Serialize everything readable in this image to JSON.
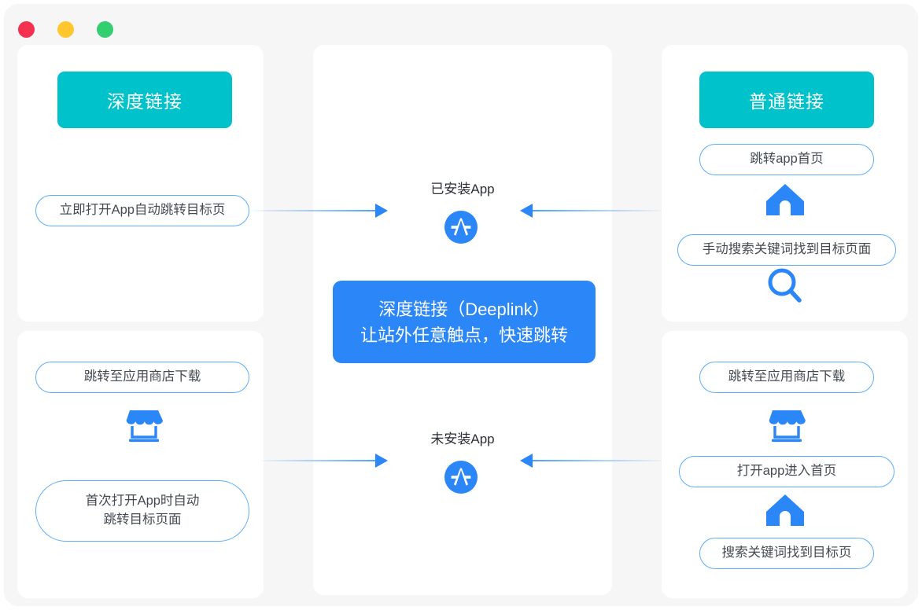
{
  "window": {
    "controls": [
      {
        "name": "close",
        "color": "#f4314f"
      },
      {
        "name": "minimize",
        "color": "#ffc62e"
      },
      {
        "name": "maximize",
        "color": "#33ce70"
      }
    ]
  },
  "colors": {
    "teal": "#00c2cb",
    "blue": "#2b86f8",
    "outline_blue": "#5cacfb",
    "card_bg": "#ffffff",
    "window_bg": "#f6f6f7",
    "text_dark": "#2b2f36"
  },
  "left_column": {
    "header": {
      "label": "深度链接"
    },
    "top_steps": [
      {
        "label": "立即打开App自动跳转目标页"
      }
    ],
    "bottom_steps": [
      {
        "label": "跳转至应用商店下载"
      },
      {
        "label": "首次打开App时自动\n跳转目标页面"
      }
    ],
    "bottom_icons": [
      {
        "icon": "store-icon"
      }
    ]
  },
  "middle_column": {
    "installed_label": "已安装App",
    "uninstalled_label": "未安装App",
    "installed_icon": "appstore-icon",
    "uninstalled_icon": "appstore-icon",
    "callout": {
      "line1": "深度链接（Deeplink）",
      "line2": "让站外任意触点，快速跳转"
    }
  },
  "right_column": {
    "header": {
      "label": "普通链接"
    },
    "top_steps": [
      {
        "label": "跳转app首页"
      },
      {
        "label": "手动搜索关键词找到目标页面"
      }
    ],
    "top_icons": [
      {
        "icon": "home-icon"
      },
      {
        "icon": "search-icon"
      }
    ],
    "bottom_steps": [
      {
        "label": "跳转至应用商店下载"
      },
      {
        "label": "打开app进入首页"
      },
      {
        "label": "搜索关键词找到目标页"
      }
    ],
    "bottom_icons": [
      {
        "icon": "store-icon"
      },
      {
        "icon": "home-icon"
      }
    ]
  },
  "arrows": [
    {
      "name": "arrow-left-to-installed",
      "direction": "right"
    },
    {
      "name": "arrow-right-to-installed",
      "direction": "left"
    },
    {
      "name": "arrow-left-to-uninstalled",
      "direction": "right"
    },
    {
      "name": "arrow-right-to-uninstalled",
      "direction": "left"
    }
  ]
}
